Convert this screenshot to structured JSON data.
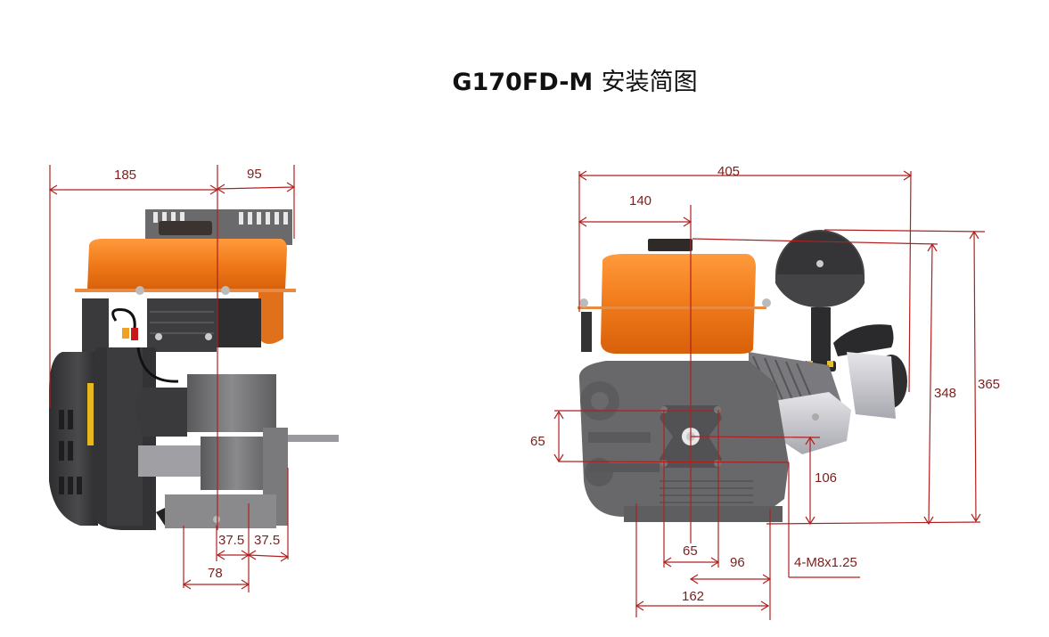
{
  "title": {
    "model": "G170FD-M",
    "subtitle": "安装简图"
  },
  "side_view": {
    "dimensions": {
      "left_width": "185",
      "right_width": "95",
      "hole_spacing_1": "37.5",
      "hole_spacing_2": "37.5",
      "base_offset": "78"
    }
  },
  "front_view": {
    "dimensions": {
      "overall_width": "405",
      "center_offset": "140",
      "height_tank": "348",
      "height_total": "365",
      "bolt_vertical": "65",
      "shaft_height": "106",
      "bolt_horizontal": "65",
      "shaft_to_base": "96",
      "base_width": "162",
      "thread_spec": "4-M8x1.25"
    }
  },
  "colors": {
    "dimension_line": "#b02020",
    "dimension_text": "#7a1f1f",
    "fuel_tank": "#f07a1a",
    "engine_body": "#6e6e70"
  }
}
